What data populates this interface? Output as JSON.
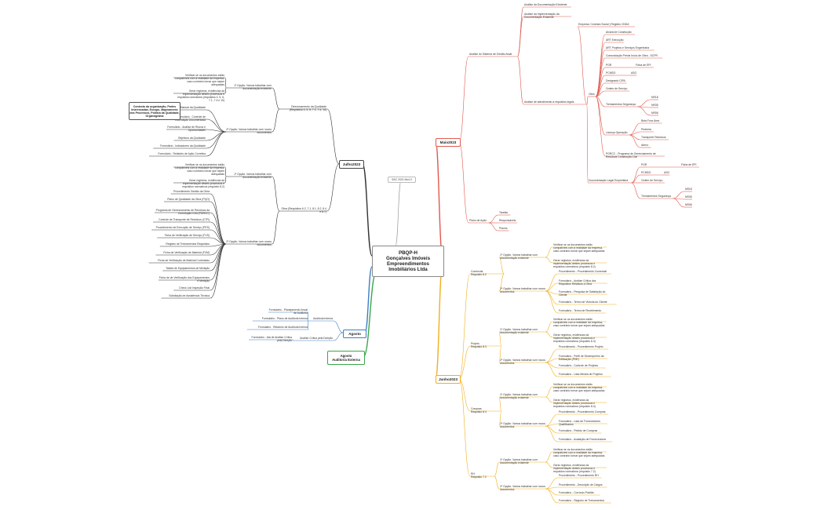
{
  "center": "PBQP-H\nGonçalves Imóveis\nEmpreendimentos\nImobiliários Ltda",
  "branches": {
    "maio": "Maio2023",
    "julho": "Julho2023",
    "junho": "Junho2023",
    "agosto": "Agosto",
    "agosto_auditoria": "Agosto\nAuditoria Externa",
    "sac": "SAC 2021 Mo4.0"
  },
  "note": "Contexto da organização, Partes Interessadas, Escopo, Mapeamento dos Processos, Política da Qualidade, Organograma",
  "colors": {
    "maio": "#e05a4f",
    "julho": "#333333",
    "junho": "#f0b020",
    "agosto": "#3d7fc4",
    "agosto_auditoria": "#3aa64a",
    "neutral": "#9a9a9a"
  },
  "labels": {
    "m_doc": "Análise da Documentação Existente",
    "m_impl": "Análise da Implementação da Documentação Existente",
    "m_gestao": "Análise do Sistema de Gestão Atual",
    "m_emp": "Empresa: Contrato Social | Registro CNDA",
    "m_legal": "Análise de atendimento a requisitos legais",
    "m_obra": "Obra",
    "m_alvara": "Alvará de Construção",
    "m_art_exec": "ART Execução",
    "m_art_proj": "ART Projetos e Serviços Engenharia",
    "m_comun": "Comunicação Prévia Início de Obra - SCPR",
    "m_pgr": "PGR",
    "m_ficha_epi1": "Ficha de EPI",
    "m_pcmso1": "PCMSO",
    "m_aso1": "ASO",
    "m_seg_cipa": "Designado CIPA",
    "m_ordem1": "Ordem de Serviço",
    "m_trein1": "Treinamentos Segurança",
    "m_nr18a": "NR18",
    "m_nr35a": "NR35",
    "m_nr6a": "NR06",
    "m_licenca": "Licença Operação",
    "m_bota": "Bota Fora Área",
    "m_pedreira": "Pedreira",
    "m_transp": "Transporte Resíduos",
    "m_aterro": "Aterro",
    "m_pgrcc": "PGRCC - Programa de Gerenciamento de Resíduos Construção Civil",
    "m_doclegal": "Documentação Legal Empreiteira",
    "m_pgr2": "PGR",
    "m_ficha_epi2": "Ficha de EPI",
    "m_pcmso2": "PCMSO",
    "m_aso2": "ASO",
    "m_ordem2": "Ordem de Serviço",
    "m_trein2": "Treinamentos Segurança",
    "m_nr18b": "NR18",
    "m_nr35b": "NR35",
    "m_nr6b": "NR06",
    "m_plano": "Plano de Ação",
    "m_tarefas": "Tarefas",
    "m_resp": "Responsáveis",
    "m_prazo": "Prazos",
    "j_dir": "Direcionamento da Qualidade (Requisitos 4, 5, 6, 7.1, 7.4, 10)",
    "j_dir_op1": "1ª Opção: Vamos trabalhar com documentação existente",
    "j_dir_op1_a": "Verificar se os documentos estão compatíveis com a realidade da empresa, caso contrário tornar que sejam adequadas",
    "j_dir_op1_b": "Gerar registros, evidências da implementação destes processos e requisitos normativos (requisitos 4, 5, 6, 7.1, 7.4 e 10)",
    "j_dir_op2": "2ª Opção: Vamos trabalhar com novos documentos",
    "j_manual": "Manual da Qualidade",
    "j_f_ctrl": "Formulário - Controle de Informação Documentada",
    "j_f_risco": "Formulário - Análise de Riscos e Oportunidades",
    "j_obj": "Objetivos da Qualidade",
    "j_f_ind": "Formulário - Indicadores da Qualidade",
    "j_f_acao": "Formulário - Relatório de Ação Corretiva",
    "j_obra": "Obra (Requisitos 6.2, 7.1, 8.1, 8.2, 8.4 e 8.7)",
    "j_obra_op1": "1ª Opção: Vamos trabalhar com documentação existente",
    "j_obra_op1_a": "Verificar se os documentos estão compatíveis com a realidade da empresa, caso contrário tornar que sejam adequadas",
    "j_obra_op1_b": "Gerar registros, evidências da implementação destes processos e requisitos normativos (requisito 8.2)",
    "j_obra_op2": "2ª Opção: Vamos trabalhar com novos documentos",
    "j_proc_exec": "Procedimento Gestão da Obra",
    "j_pqo": "Plano de Qualidade da Obra (PQO)",
    "j_pgrcc": "Programa de Gerenciamento de Resíduos da Construção Civil (PGRCC)",
    "j_ctr": "Controle de Transporte de Resíduos (CTR)",
    "j_pes": "Procedimento de Execução de Serviço (PES)",
    "j_fvs": "Ficha de Verificação de Serviço (FVS)",
    "j_trein": "Registro de Treinamentos Requisitos",
    "j_fvm": "Ficha de Verificação de Material (FVM)",
    "j_fvm_ctrl": "Ficha de Verificação de Material Controlado",
    "j_equip": "Tabela de Equipamentos de Medição",
    "j_fve": "Ficha de de Verificação dos Equipamentos e Medição",
    "j_check": "Check List Inspeção Final",
    "j_solic": "Solicitação de Assistência Técnica",
    "a_aud": "Auditoria Interna",
    "a_plan": "Formulário - Planejamento Anual de Auditoria",
    "a_plano": "Formulário - Plano de Auditoria Interna",
    "a_rel": "Formulário - Relatório de Auditoria Interna",
    "a_crit": "Análise Crítica pela Direção",
    "a_ata": "Formulário - Ata de Análise Crítica pela Direção",
    "u_com": "Comercial\nRequisito 8.2",
    "u_com_op1": "1ª Opção: Vamos trabalhar com documentação existente",
    "u_com_op1_a": "Verificar se os documentos estão compatíveis com a realidade da empresa, caso contrário tornar que sejam adequadas",
    "u_com_op1_b": "Gerar registros, evidências da implementação destes processos e requisitos normativos (requisito 8.2)",
    "u_com_op2": "2ª Opção: Vamos trabalhar com novos documentos",
    "u_com_p": "Procedimento - Procedimento Comercial",
    "u_com_f1": "Formulário - Análise Crítica dos Requisitos Relativos a Obra",
    "u_com_f2": "Formulário - Pesquisa de Satisfação do Cliente",
    "u_com_f3": "Formulário - Termo de Vistoria do Cliente",
    "u_com_f4": "Formulário - Termo de Recebimento",
    "u_proj": "Projeto\nRequisito 8.3",
    "u_proj_op1": "1ª Opção: Vamos trabalhar com documentação existente",
    "u_proj_op1_a": "Verificar se os documentos estão compatíveis com a realidade da empresa, caso contrário tornar que sejam adequadas",
    "u_proj_op1_b": "Gerar registros, evidências da implementação destes processos e requisitos normativos (requisito 8.3)",
    "u_proj_op2": "2ª Opção: Vamos trabalhar com novos documentos",
    "u_proj_p": "Procedimento - Procedimento Projeto",
    "u_proj_f1": "Formulário - Perfil de Desempenho da Edificação (PDE)",
    "u_proj_f2": "Formulário - Controle de Projetos",
    "u_proj_f3": "Formulário - Lista Mestra de Projetos",
    "u_compras": "Compras\nRequisito 8.4",
    "u_compras_op1": "1ª Opção: Vamos trabalhar com documentação existente",
    "u_compras_op1_a": "Verificar se os documentos estão compatíveis com a realidade da empresa, caso contrário tornar que sejam adequadas",
    "u_compras_op1_b": "Gerar registros, evidências da implementação destes processos e requisitos normativos (requisito 8.4)",
    "u_compras_op2": "2ª Opção: Vamos trabalhar com novos documentos",
    "u_compras_p": "Procedimento - Procedimento Compras",
    "u_compras_f1": "Formulário - Lista de Fornecedores Qualificados",
    "u_compras_f2": "Formulário - Pedido de Compras",
    "u_compras_f3": "Formulário - Avaliação de Fornecedores",
    "u_rh": "RH\nRequisito 7.2",
    "u_rh_op1": "1ª Opção: Vamos trabalhar com documentação existente",
    "u_rh_op1_a": "Verificar se os documentos estão compatíveis com a realidade da empresa, caso contrário tornar que sejam adequadas",
    "u_rh_op1_b": "Gerar registros, evidências da implementação destes processos e requisitos normativos (requisito 7.2)",
    "u_rh_op2": "2ª Opção: Vamos trabalhar com novos documentos",
    "u_rh_p": "Procedimento - Procedimento RH",
    "u_rh_f1": "Procedimento - Descrição de Cargos",
    "u_rh_f2": "Formulário - Currículo Padrão",
    "u_rh_f3": "Formulário - Registro de Treinamentos"
  }
}
